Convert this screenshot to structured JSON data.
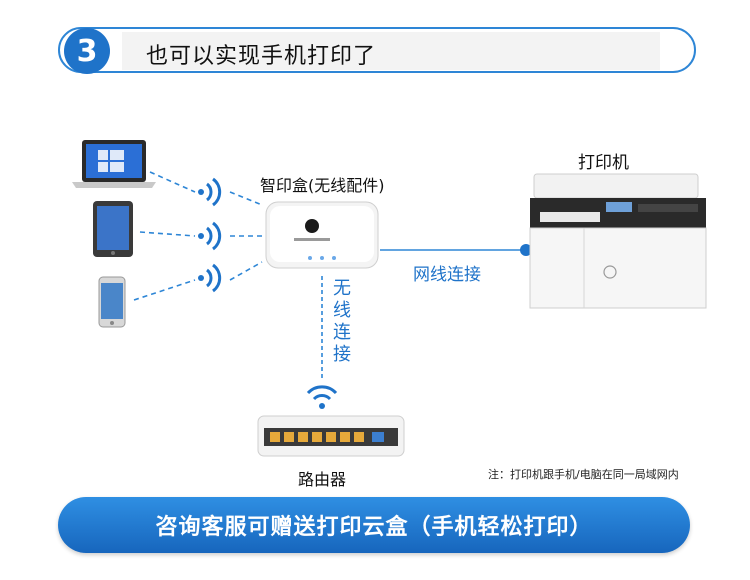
{
  "header": {
    "step_number": "3",
    "title": "也可以实现手机打印了"
  },
  "labels": {
    "printer": "打印机",
    "box": "智印盒(无线配件)",
    "wired": "网线连接",
    "wireless_vertical": "无线连接",
    "router": "路由器",
    "note": "注：打印机跟手机/电脑在同一局域网内"
  },
  "cta": {
    "text": "咨询客服可赠送打印云盒（手机轻松打印）"
  },
  "colors": {
    "accent": "#1f73c9",
    "header_border": "#2e86d6"
  }
}
